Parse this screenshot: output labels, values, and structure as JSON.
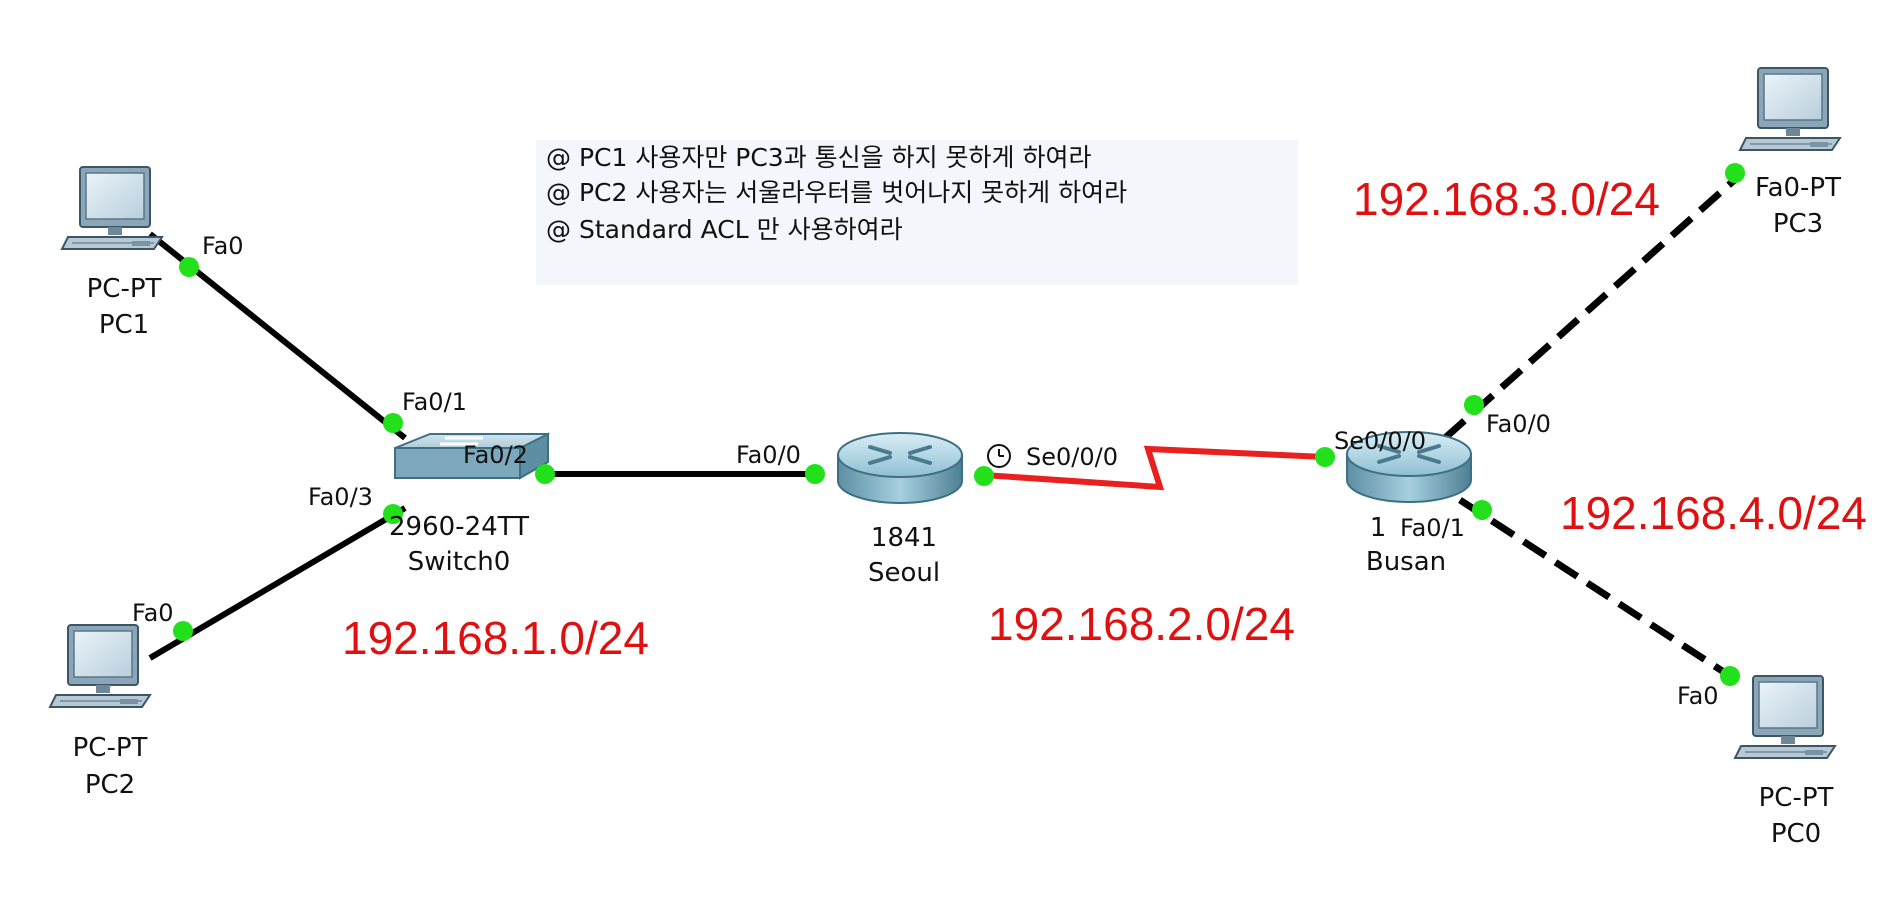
{
  "note": {
    "lines": [
      "@ PC1 사용자만 PC3과 통신을 하지 못하게 하여라",
      "@ PC2 사용자는 서울라우터를 벗어나지 못하게 하여라",
      "@ Standard ACL 만 사용하여라"
    ]
  },
  "devices": {
    "pc1": {
      "model": "PC-PT",
      "name": "PC1",
      "port": "Fa0"
    },
    "pc2": {
      "model": "PC-PT",
      "name": "PC2",
      "port": "Fa0"
    },
    "pc3": {
      "model": "Fa0-PT",
      "name": "PC3"
    },
    "pc0": {
      "model": "PC-PT",
      "name": "PC0",
      "port": "Fa0"
    },
    "switch0": {
      "model": "2960-24TT",
      "name": "Switch0",
      "ports": [
        "Fa0/1",
        "Fa0/2",
        "Fa0/3"
      ]
    },
    "seoul": {
      "model": "1841",
      "name": "Seoul",
      "ports": [
        "Fa0/0",
        "Se0/0/0"
      ]
    },
    "busan": {
      "model": "1",
      "name": "Busan",
      "ports": [
        "Se0/0/0",
        "Fa0/0",
        "Fa0/1"
      ]
    }
  },
  "subnets": {
    "lan1": "192.168.1.0/24",
    "wan": "192.168.2.0/24",
    "lan3": "192.168.3.0/24",
    "lan4": "192.168.4.0/24"
  },
  "colors": {
    "link": "#000000",
    "serial": "#e82020",
    "port_dot": "#22e01a",
    "subnet_text": "#e01010",
    "note_bg": "#f4f6fb"
  }
}
